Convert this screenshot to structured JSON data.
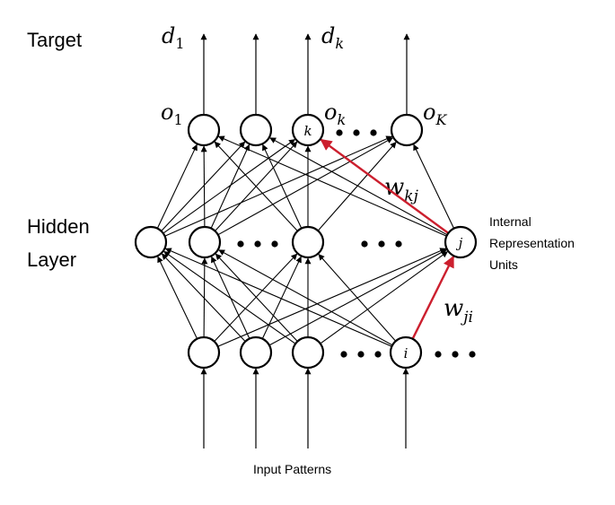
{
  "labels": {
    "target": "Target",
    "hidden_line1": "Hidden",
    "hidden_line2": "Layer",
    "internal_line1": "Internal",
    "internal_line2": "Representation",
    "internal_line3": "Units",
    "input_patterns": "Input Patterns"
  },
  "math": {
    "d1": {
      "base": "d",
      "sub": "1"
    },
    "dk": {
      "base": "d",
      "sub": "k"
    },
    "o1": {
      "base": "o",
      "sub": "1"
    },
    "ok": {
      "base": "o",
      "sub": "k"
    },
    "oK": {
      "base": "o",
      "sub": "K"
    },
    "wkj": {
      "base": "w",
      "sub": "kj"
    },
    "wji": {
      "base": "w",
      "sub": "ji"
    }
  },
  "node_labels": {
    "k": "k",
    "j": "j",
    "i": "i"
  },
  "colors": {
    "highlight": "#cc1f2e",
    "line": "#000000",
    "background": "#ffffff"
  }
}
